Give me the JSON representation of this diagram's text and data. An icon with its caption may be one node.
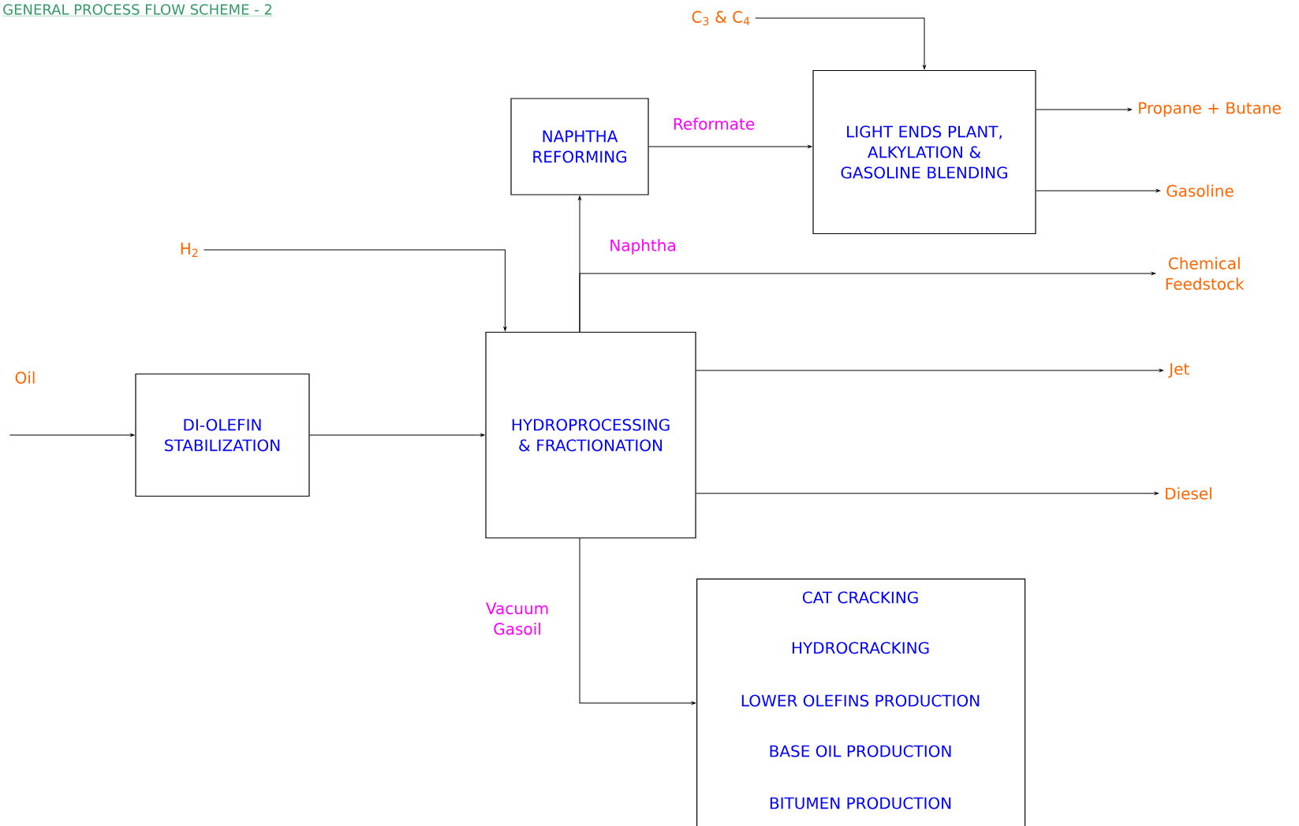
{
  "diagram": {
    "title": "GENERAL PROCESS FLOW SCHEME - 2",
    "nodes": [
      {
        "text": [
          "NAPHTHA REFORMING"
        ]
      },
      {
        "text": [
          "LIGHT ENDS PLANT, ALKYLATION & GASOLINE BLENDING"
        ]
      },
      {
        "text": [
          "DI-OLEFIN STABILIZATION"
        ]
      },
      {
        "text": [
          "HYDROPROCESSING & FRACTIONATION"
        ]
      },
      {
        "text": [
          "CAT CRACKING",
          "HYDROCRACKING",
          "LOWER OLEFINS PRODUCTION",
          "BASE OIL PRODUCTION",
          "BITUMEN PRODUCTION"
        ]
      },
      {
        "text": [
          "C$_{3}$ & C$_{4}$"
        ]
      },
      {
        "text": [
          "Propane + Butane"
        ]
      },
      {
        "text": [
          "Gasoline"
        ]
      },
      {
        "text": [
          "H$_{2}$"
        ]
      },
      {
        "text": [
          "Chemical Feedstock"
        ]
      },
      {
        "text": [
          "Oil"
        ]
      },
      {
        "text": [
          "Jet"
        ]
      },
      {
        "text": [
          "Diesel"
        ]
      }
    ],
    "edges": [
      {
        "from": 5,
        "to": 1,
        "arrow": "to"
      },
      {
        "from": 0,
        "to": 1,
        "arrow": "to",
        "label": "Reformate"
      },
      {
        "from": 1,
        "to": 6,
        "arrow": "to"
      },
      {
        "from": 1,
        "to": 7,
        "arrow": "to"
      },
      {
        "from": 8,
        "to": 3,
        "arrow": "to"
      },
      {
        "from": 10,
        "to": 2,
        "arrow": "to"
      },
      {
        "from": 2,
        "to": 3,
        "arrow": "to"
      },
      {
        "from": 3,
        "to": 0,
        "arrow": "to"
      },
      {
        "from": 3,
        "to": 9,
        "arrow": "to",
        "label": "Naphtha"
      },
      {
        "from": 3,
        "to": 11,
        "arrow": "to"
      },
      {
        "from": 3,
        "to": 12,
        "arrow": "to"
      },
      {
        "from": 3,
        "to": 4,
        "arrow": "to",
        "label": "Vacuum Gasoil"
      }
    ]
  }
}
